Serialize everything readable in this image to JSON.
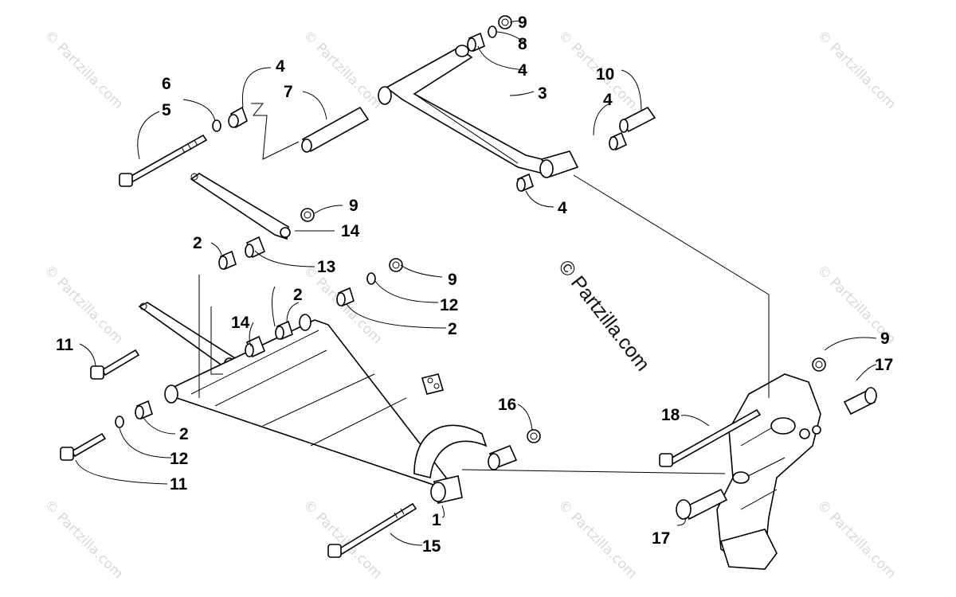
{
  "watermark": {
    "text": "© Partzilla.com"
  },
  "brand": {
    "text": "© Partzilla.com"
  },
  "callouts": {
    "c1": "1",
    "c2a": "2",
    "c2b": "2",
    "c2c": "2",
    "c2d": "2",
    "c3": "3",
    "c4a": "4",
    "c4b": "4",
    "c4c": "4",
    "c4d": "4",
    "c5": "5",
    "c6": "6",
    "c7": "7",
    "c8": "8",
    "c9a": "9",
    "c9b": "9",
    "c9c": "9",
    "c9d": "9",
    "c10": "10",
    "c11a": "11",
    "c11b": "11",
    "c12a": "12",
    "c12b": "12",
    "c13": "13",
    "c14a": "14",
    "c14b": "14",
    "c15": "15",
    "c16": "16",
    "c17a": "17",
    "c17b": "17",
    "c18": "18"
  }
}
